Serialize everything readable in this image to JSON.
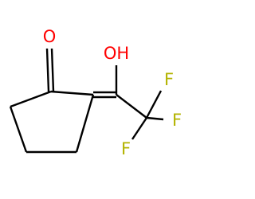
{
  "molecule": {
    "atoms": {
      "carbonyl_o": "O",
      "hydroxyl": "OH",
      "fluorine_right": "F",
      "fluorine_upper": "F",
      "fluorine_lower": "F"
    },
    "colors": {
      "bond": "#000000",
      "oxygen": "#ff0000",
      "hydroxyl": "#ff0000",
      "fluorine": "#b3b300"
    }
  }
}
